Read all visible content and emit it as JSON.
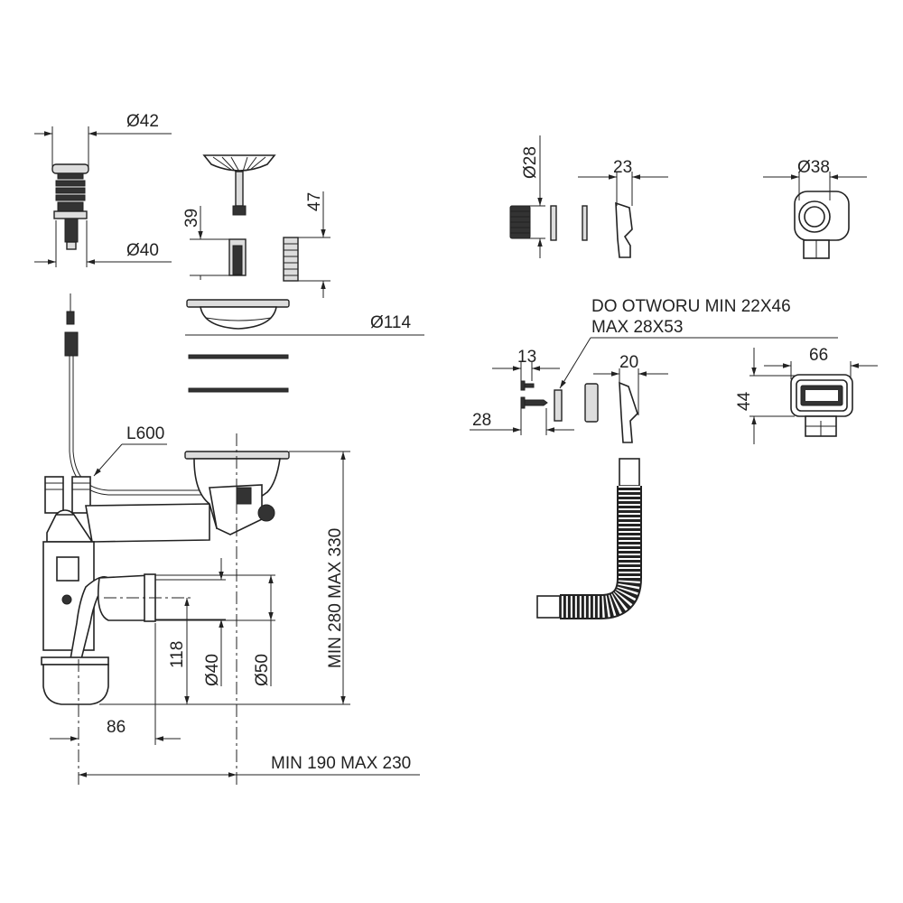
{
  "drawing": {
    "popup_plug": {
      "top_diameter": "Ø42",
      "bottom_diameter": "Ø40"
    },
    "strainer": {
      "pin_height": "39",
      "screw_height": "47",
      "flange_diameter": "Ø114"
    },
    "cable": {
      "length": "L600"
    },
    "siphon": {
      "total_height": "MIN 280 MAX 330",
      "outlet_height": "118",
      "outlet_small_diameter": "Ø40",
      "outlet_large_diameter": "Ø50",
      "trap_offset": "86",
      "total_width": "MIN 190 MAX 230"
    },
    "overflow": {
      "button_diameter": "Ø28",
      "connector_width": "23",
      "round_overflow_diameter": "Ø38",
      "hole_note_line1": "DO OTWORU MIN 22X46",
      "hole_note_line2": "MAX 28X53",
      "screw_short": "13",
      "screw_long": "28",
      "rect_connector_width": "20",
      "rect_overflow_width": "66",
      "rect_overflow_height": "44"
    }
  }
}
